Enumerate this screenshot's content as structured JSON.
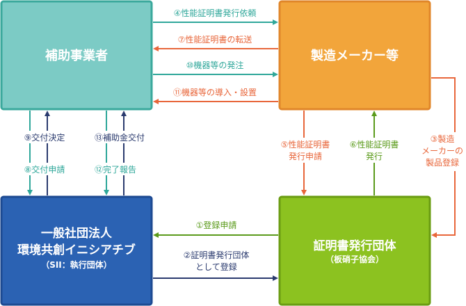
{
  "colors": {
    "teal_box": "#7ccbc5",
    "teal_border": "#3aa89c",
    "orange_box": "#f2a53b",
    "orange_border": "#e0862a",
    "blue_box": "#2b62b3",
    "blue_border": "#1d4a92",
    "green_box": "#8cc220",
    "green_border": "#6a9c12",
    "arrow_teal": "#2fa79a",
    "arrow_orange": "#e8663a",
    "arrow_navy": "#2a3a6e",
    "arrow_green": "#5a9a1a"
  },
  "boxes": {
    "subsidy_operator": "補助事業者",
    "manufacturer": "製造メーカー等",
    "sii_line1": "一般社団法人",
    "sii_line2": "環境共創イニシアチブ",
    "sii_line3": "（SII：執行団体）",
    "cert_body_line1": "証明書発行団体",
    "cert_body_line2": "（板硝子協会）"
  },
  "labels": {
    "l1": "①登録申請",
    "l2_line1": "②証明書発行団体",
    "l2_line2": "として登録",
    "l3_line1": "③製造",
    "l3_line2": "メーカーの",
    "l3_line3": "製品登録",
    "l4": "④性能証明書発行依頼",
    "l5_line1": "⑤性能証明書",
    "l5_line2": "発行申請",
    "l6_line1": "⑥性能証明書",
    "l6_line2": "発行",
    "l7": "⑦性能証明書の転送",
    "l8": "⑧交付申請",
    "l9": "⑨交付決定",
    "l10": "⑩機器等の発注",
    "l11": "⑪機器等の導入・設置",
    "l12": "⑫完了報告",
    "l13": "⑬補助金交付"
  }
}
